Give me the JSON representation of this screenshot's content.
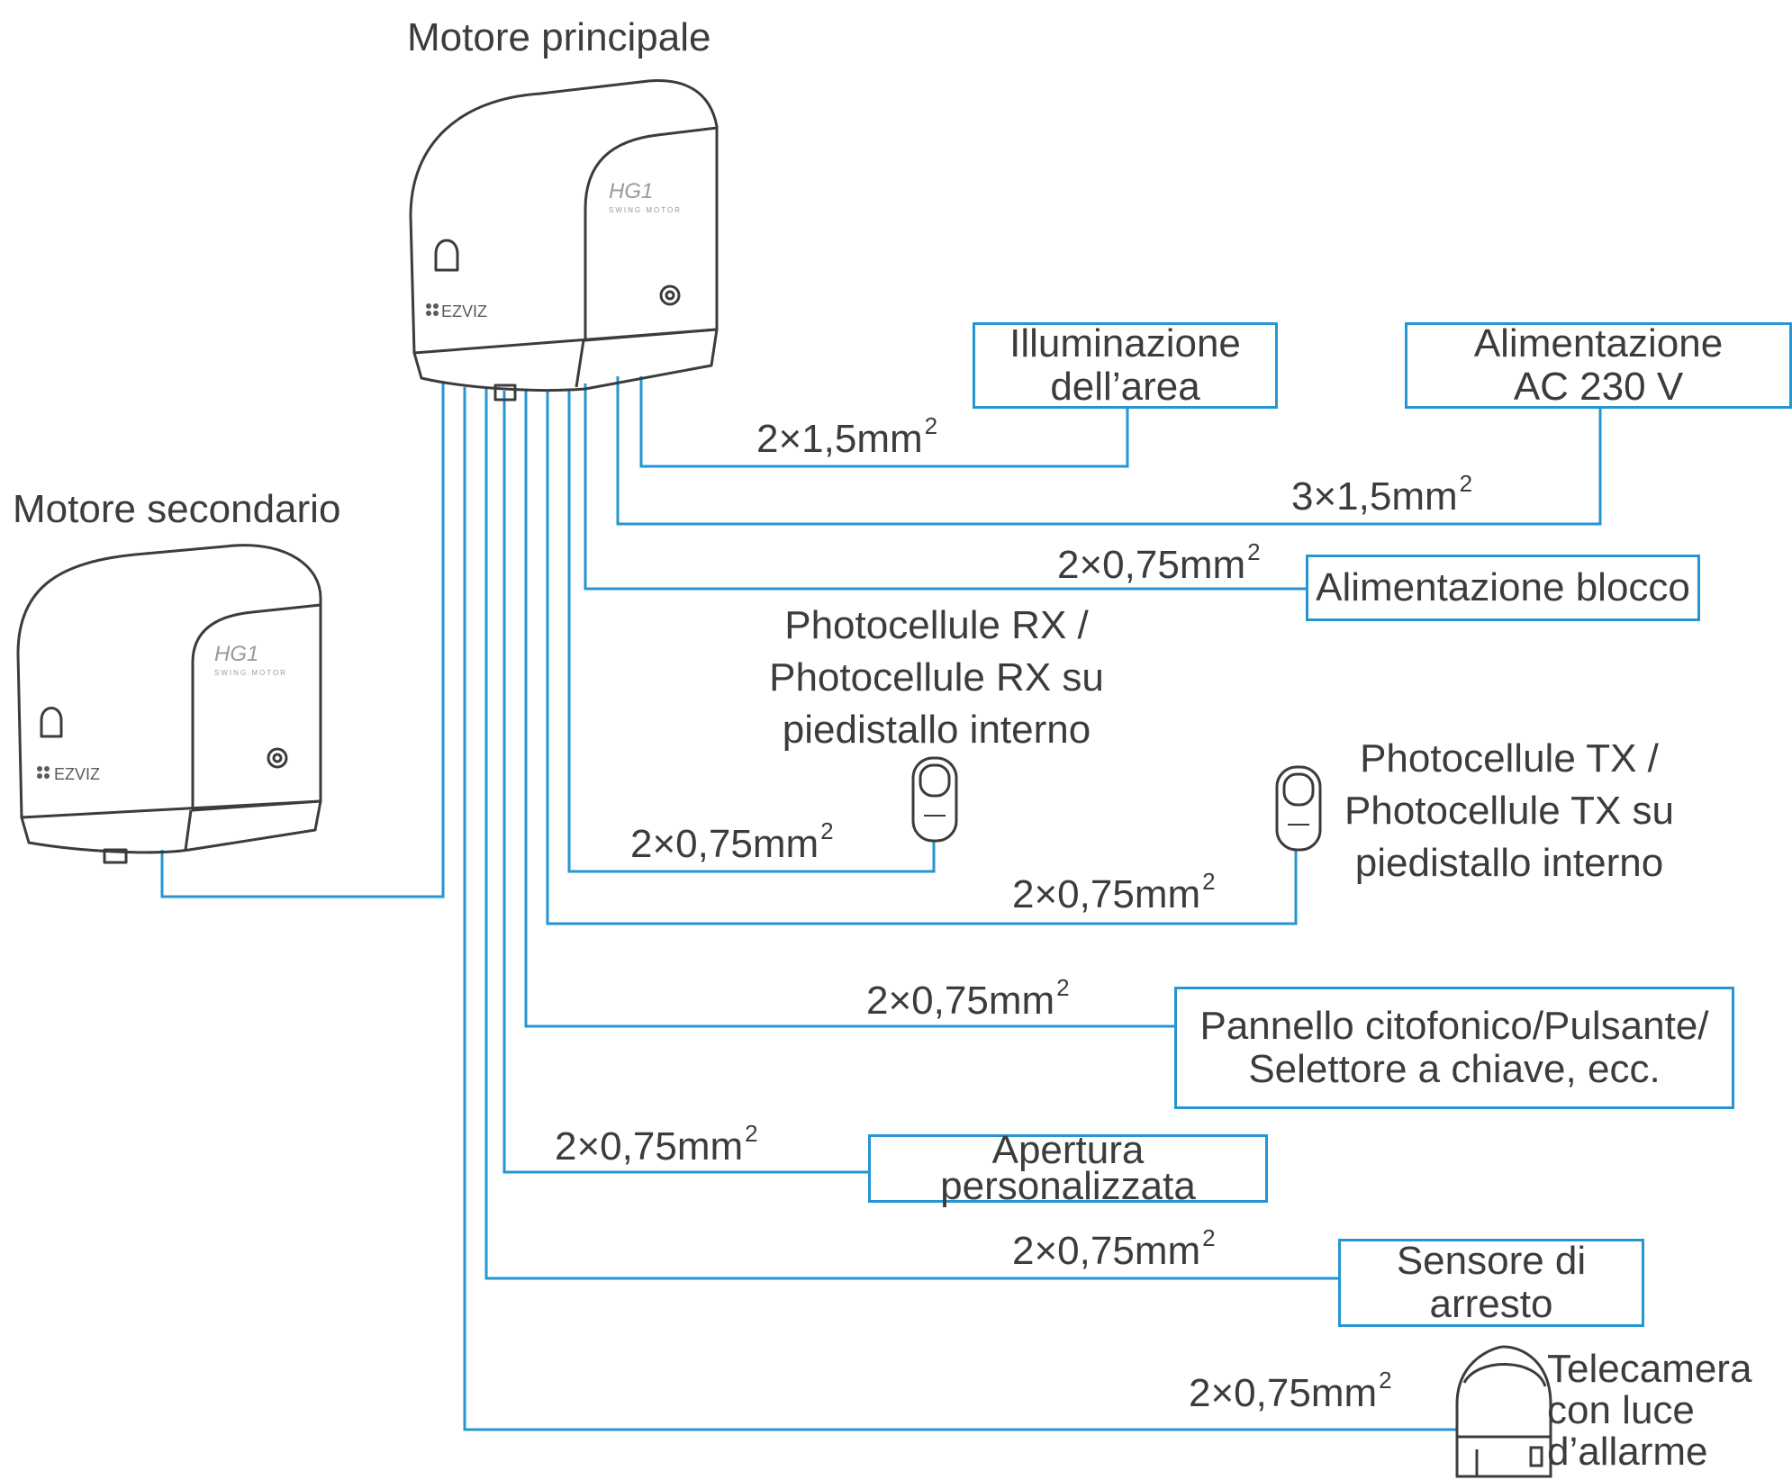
{
  "title_main": "Motore principale",
  "title_secondary": "Motore secondario",
  "brand": "EZVIZ",
  "model": "HG1",
  "model_sub": "SWING MOTOR",
  "colors": {
    "wire": "#2596d1",
    "device": "#3c3c3c",
    "text": "#3c3c3c"
  },
  "wire_unit": "mm",
  "wire_sup": "2",
  "devices": {
    "illumination": {
      "lines": [
        "Illuminazione",
        "dell’area"
      ],
      "cable": "2×1,5"
    },
    "power": {
      "lines": [
        "Alimentazione",
        "AC 230 V"
      ],
      "cable": "3×1,5"
    },
    "lock": {
      "lines": [
        "Alimentazione blocco"
      ],
      "cable": "2×0,75"
    },
    "photocell_rx": {
      "lines": [
        "Photocellule RX /",
        "Photocellule RX su",
        "piedistallo interno"
      ],
      "cable": "2×0,75"
    },
    "photocell_tx": {
      "lines": [
        "Photocellule TX /",
        "Photocellule TX su",
        "piedistallo interno"
      ],
      "cable": "2×0,75"
    },
    "intercom": {
      "lines": [
        "Pannello citofonico/Pulsante/",
        "Selettore a chiave, ecc."
      ],
      "cable": "2×0,75"
    },
    "custom": {
      "lines": [
        "Apertura",
        "personalizzata"
      ],
      "cable": "2×0,75"
    },
    "stop": {
      "lines": [
        "Sensore di",
        "arresto"
      ],
      "cable": "2×0,75"
    },
    "camera": {
      "lines": [
        "Telecamera",
        "con luce",
        "d’allarme"
      ],
      "cable": "2×0,75"
    }
  }
}
